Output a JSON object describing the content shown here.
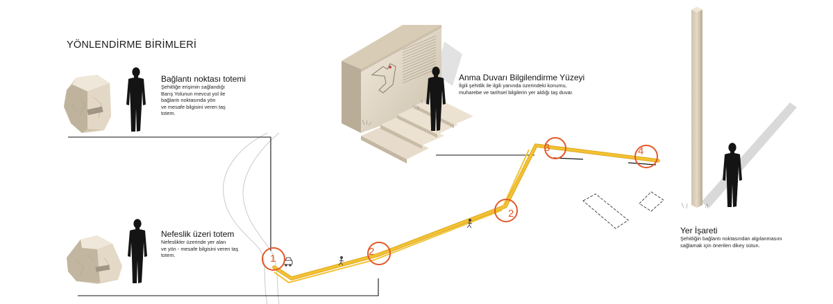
{
  "heading": "YÖNLENDİRME BİRİMLERİ",
  "units": [
    {
      "title": "Bağlantı noktası totemi",
      "description": "Şehitliğe erişimin sağlandığı\nBarış Yolunun mevcut yol ile\nbağlantı noktasında yön\nve mesafe bilgisini veren taş\ntotem."
    },
    {
      "title": "Nefeslik üzeri totem",
      "description": "Nefeslikler üzerinde yer alan\nve yön - mesafe bilgisini veren taş\ntotem."
    },
    {
      "title": "Anma Duvarı Bilgilendirme Yüzeyi",
      "description": "İlgili şehitlik ile ilgili yanında üzerindeki konumu,\nmuharebe ve tarihsel bilgilerin yer aldığı taş duvar."
    },
    {
      "title": "Yer İşareti",
      "description": "Şehitliğin bağlantı noktasından algılanmasını\nsağlamak için önerilen  dikey sütun."
    }
  ],
  "route_markers": [
    "1",
    "2",
    "2",
    "3",
    "4"
  ],
  "colors": {
    "route": "#f3c232",
    "route_edge": "#d9a21a",
    "marker": "#e2582a",
    "stone": "#e6dccb",
    "stone_dark": "#b9ad98",
    "silhouette": "#141414",
    "shadow": "#d6d6d6"
  }
}
